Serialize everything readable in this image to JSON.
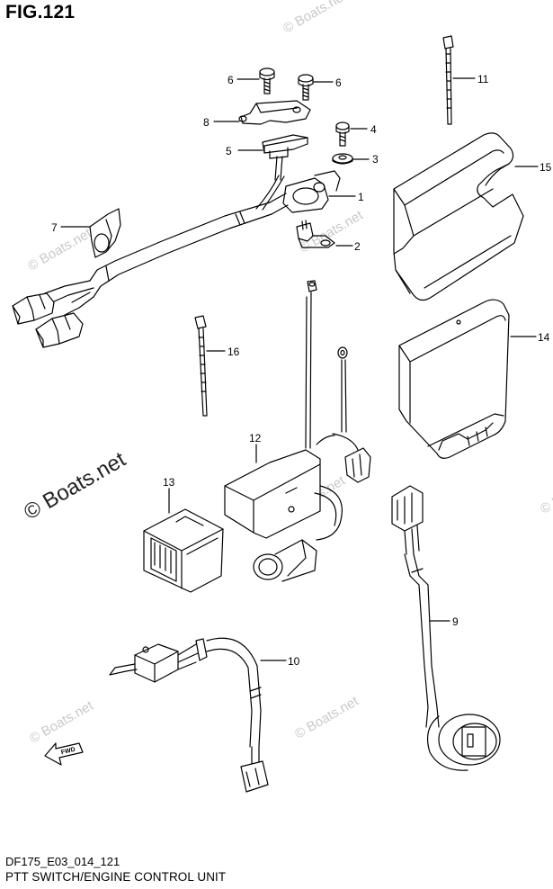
{
  "figure": {
    "title": "FIG.121",
    "code": "DF175_E03_014_121",
    "caption": "PTT SWITCH/ENGINE CONTROL UNIT"
  },
  "watermarks": {
    "main": "© Boats.net",
    "faint": "© Boats.net"
  },
  "callouts": {
    "c1": "1",
    "c2": "2",
    "c3": "3",
    "c4": "4",
    "c5": "5",
    "c6a": "6",
    "c6b": "6",
    "c7": "7",
    "c8": "8",
    "c9": "9",
    "c10": "10",
    "c11": "11",
    "c12": "12",
    "c13": "13",
    "c14": "14",
    "c15": "15",
    "c16": "16"
  },
  "fwd_label": "FWD",
  "colors": {
    "line": "#000000",
    "watermark": "#c9c9c9",
    "background": "#ffffff"
  }
}
